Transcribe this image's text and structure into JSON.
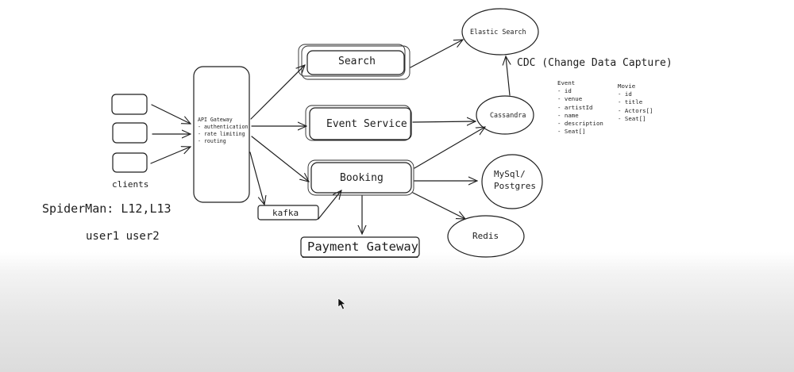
{
  "diagram": {
    "clients": {
      "label": "clients",
      "count": 3
    },
    "api_gateway": {
      "title": "API Gateway",
      "features": [
        "- authentication",
        "- rate limiting",
        "- routing"
      ]
    },
    "services": {
      "search": "Search",
      "event_service": "Event Service",
      "booking": "Booking",
      "kafka": "kafka",
      "payment_gateway": "Payment Gateway"
    },
    "datastores": {
      "elastic_search": "Elastic Search",
      "cassandra": "Cassandra",
      "mysql_line1": "MySql/",
      "mysql_line2": "Postgres",
      "redis": "Redis"
    },
    "cdc_label": "CDC (Change Data Capture)",
    "schemas": {
      "event": {
        "title": "Event",
        "fields": [
          "- id",
          "- venue",
          "- artistId",
          "- name",
          "- description",
          "- Seat[]"
        ]
      },
      "movie": {
        "title": "Movie",
        "fields": [
          "- id",
          "- title",
          "- Actors[]",
          "- Seat[]"
        ]
      }
    },
    "notes": {
      "spiderman": "SpiderMan: L12,L13",
      "users": "user1 user2"
    }
  },
  "colors": {
    "stroke": "#1e1e1e",
    "background": "#ffffff",
    "footer_gray": "#dcdcdc"
  }
}
